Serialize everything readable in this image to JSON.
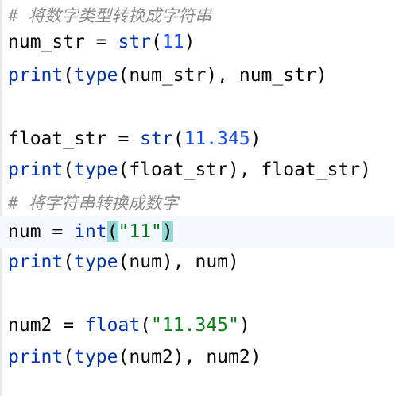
{
  "editor": {
    "lines": [
      {
        "comment": "# 将数字类型转换成字符串"
      },
      {
        "var": "num_str",
        "op": " = ",
        "fn": "str",
        "open": "(",
        "arg": "11",
        "close": ")"
      },
      {
        "fn": "print",
        "open": "(",
        "fn2": "type",
        "open2": "(",
        "arg": "num_str",
        "close2": ")",
        "sep": ", ",
        "arg2": "num_str",
        "close": ")"
      },
      {
        "text": ""
      },
      {
        "var": "float_str",
        "op": " = ",
        "fn": "str",
        "open": "(",
        "arg": "11.345",
        "close": ")"
      },
      {
        "fn": "print",
        "open": "(",
        "fn2": "type",
        "open2": "(",
        "arg": "float_str",
        "close2": ")",
        "sep": ", ",
        "arg2": "float_str",
        "close": ")"
      },
      {
        "comment": "# 将字符串转换成数字"
      },
      {
        "var": "num",
        "op": " = ",
        "fn": "int",
        "open": "(",
        "arg": "\"11\"",
        "close": ")"
      },
      {
        "fn": "print",
        "open": "(",
        "fn2": "type",
        "open2": "(",
        "arg": "num",
        "close2": ")",
        "sep": ", ",
        "arg2": "num",
        "close": ")"
      },
      {
        "text": ""
      },
      {
        "var": "num2",
        "op": " = ",
        "fn": "float",
        "open": "(",
        "arg": "\"11.345\"",
        "close": ")"
      },
      {
        "fn": "print",
        "open": "(",
        "fn2": "type",
        "open2": "(",
        "arg": "num2",
        "close2": ")",
        "sep": ", ",
        "arg2": "num2",
        "close": ")"
      }
    ]
  },
  "colors": {
    "comment": "#8c8c8c",
    "builtin": "#0033b3",
    "number": "#1750eb",
    "string": "#067d17",
    "brace_match": "#93d9d9",
    "current_line": "#f5f8fe"
  }
}
